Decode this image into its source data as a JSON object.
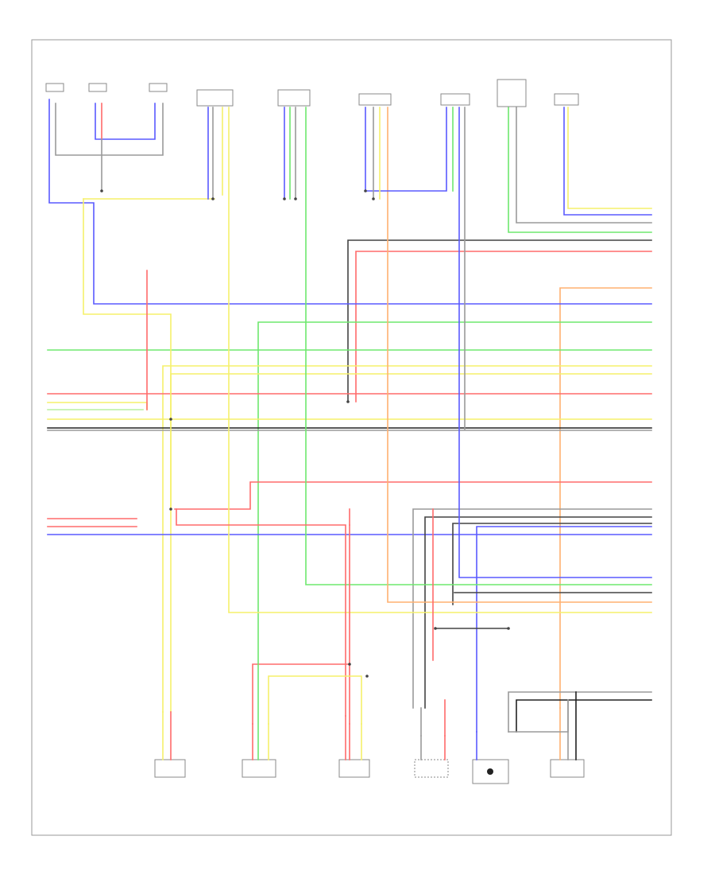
{
  "diagram": {
    "corner_label": "",
    "wire_colors": {
      "red": "#ff6b6b",
      "blue": "#5a5aff",
      "yellow": "#f5f06a",
      "green": "#6ee86e",
      "gray": "#9a9a9a",
      "dark": "#444444",
      "black": "#222222",
      "orange": "#ffb070",
      "lightgreen": "#b8f0a0"
    },
    "top_components": [
      {
        "id": "t1",
        "label": ""
      },
      {
        "id": "t2",
        "label": ""
      },
      {
        "id": "t3",
        "label": ""
      },
      {
        "id": "t4",
        "label": ""
      },
      {
        "id": "t5",
        "label": ""
      },
      {
        "id": "t6",
        "label": ""
      },
      {
        "id": "t7",
        "label": ""
      },
      {
        "id": "t8",
        "label": ""
      },
      {
        "id": "t9",
        "label": ""
      }
    ],
    "bottom_components": [
      {
        "id": "b1",
        "label": ""
      },
      {
        "id": "b2",
        "label": ""
      },
      {
        "id": "b3",
        "label": ""
      },
      {
        "id": "b4",
        "label": ""
      },
      {
        "id": "b5",
        "label": ""
      },
      {
        "id": "b6",
        "label": ""
      }
    ]
  }
}
